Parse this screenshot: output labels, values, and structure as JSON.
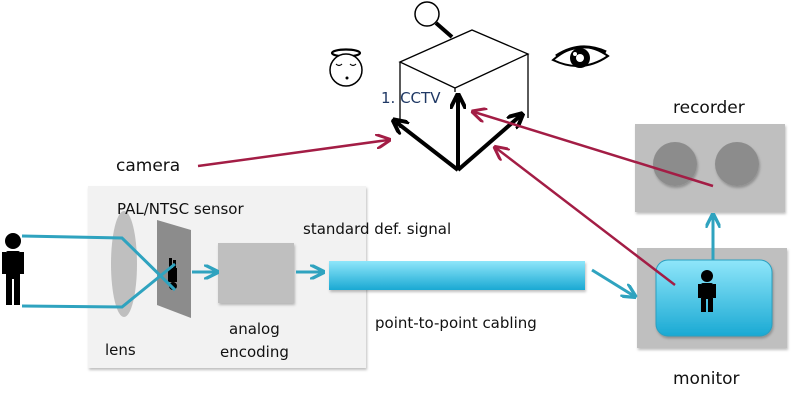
{
  "diagram": {
    "title": "1. CCTV",
    "labels": {
      "camera": "camera",
      "sensor": "PAL/NTSC sensor",
      "lens": "lens",
      "encoding_line1": "analog",
      "encoding_line2": "encoding",
      "signal": "standard def. signal",
      "cabling": "point-to-point cabling",
      "recorder": "recorder",
      "monitor": "monitor"
    },
    "icons": [
      "person-icon",
      "angel-face-icon",
      "magnifier-icon",
      "eye-icon",
      "cube-icon"
    ],
    "colors": {
      "signal": "#2fa3bf",
      "pointer": "#a31d45",
      "panel": "#f2f2f2",
      "device": "#bfbfbf",
      "device_dark": "#8c8c8c",
      "cable_top": "#8fe6fa",
      "cable_bottom": "#1aa9d3",
      "axes": "#000000",
      "title_text": "#1f3864"
    }
  }
}
